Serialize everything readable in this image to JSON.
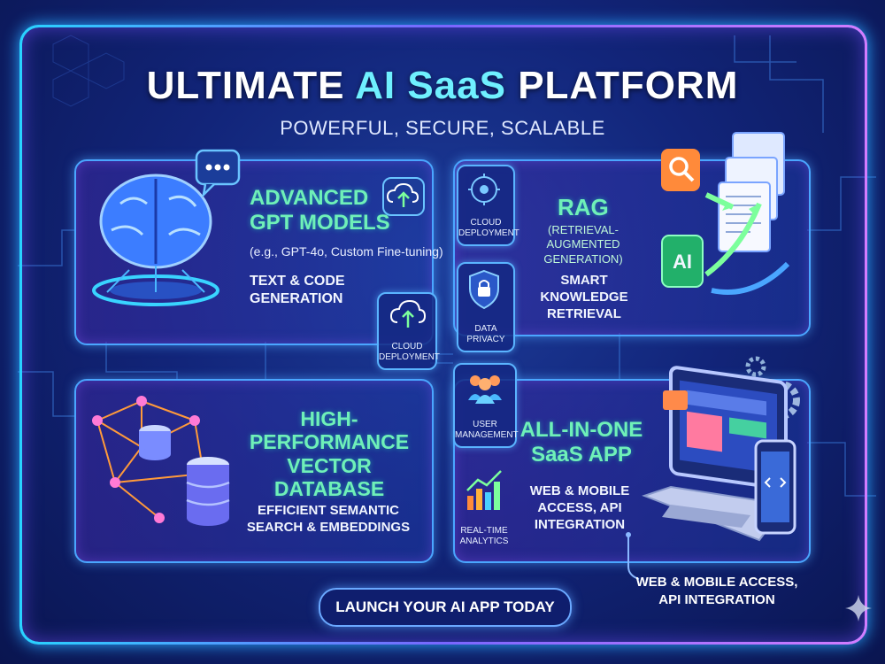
{
  "header": {
    "title_pre": "ULTIMATE ",
    "title_accent": "AI SaaS",
    "title_post": " PLATFORM",
    "subtitle": "POWERFUL, SECURE, SCALABLE"
  },
  "panels": {
    "gpt": {
      "title_line1": "ADVANCED",
      "title_line2": "GPT MODELS",
      "note": "(e.g., GPT-4o, Custom Fine-tuning)",
      "desc_line1": "TEXT & CODE",
      "desc_line2": "GENERATION"
    },
    "rag": {
      "title": "RAG",
      "note_line1": "(RETRIEVAL-AUGMENTED",
      "note_line2": "GENERATION)",
      "desc_line1": "SMART KNOWLEDGE",
      "desc_line2": "RETRIEVAL",
      "ai_label": "AI"
    },
    "vector": {
      "title_line1": "HIGH-PERFORMANCE",
      "title_line2": "VECTOR",
      "title_line3": "DATABASE",
      "desc_line1": "EFFICIENT SEMANTIC",
      "desc_line2": "SEARCH & EMBEDDINGS"
    },
    "saas": {
      "title_line1": "ALL-IN-ONE",
      "title_line2": "SaaS APP",
      "desc_line1": "WEB & MOBILE",
      "desc_line2": "ACCESS, API",
      "desc_line3": "INTEGRATION"
    }
  },
  "nodes": {
    "cloud_top": {
      "line1": "CLOUD",
      "line2": "DEPLOYMENT"
    },
    "cloud_mid": {
      "line1": "CLOUD",
      "line2": "DEPLOYMENT"
    },
    "privacy": {
      "line1": "DATA",
      "line2": "PRIVACY"
    },
    "users": {
      "line1": "USER",
      "line2": "MANAGEMENT"
    },
    "analytics": {
      "line1": "REAL-TIME",
      "line2": "ANALYTICS"
    }
  },
  "footer": {
    "launch_label": "LAUNCH YOUR AI APP TODAY",
    "note_line1": "WEB & MOBILE ACCESS,",
    "note_line2": "API INTEGRATION"
  },
  "colors": {
    "accent_cyan": "#6ff0ff",
    "accent_green": "#6ff0b8",
    "frame": "#40c8ff",
    "background": "#12257a"
  },
  "icons": [
    "brain-icon",
    "chat-bubble-icon",
    "cloud-upload-icon",
    "lock-shield-icon",
    "users-icon",
    "analytics-chart-icon",
    "search-icon",
    "documents-icon",
    "network-graph-icon",
    "database-icon",
    "laptop-icon",
    "phone-icon",
    "gear-icon",
    "sparkle-icon"
  ]
}
